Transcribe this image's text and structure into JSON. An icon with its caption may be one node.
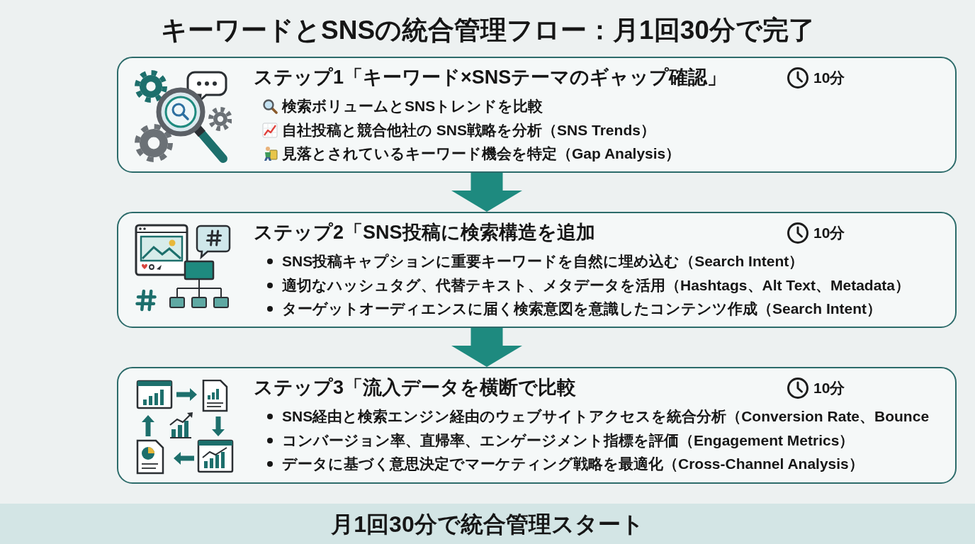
{
  "diagram": {
    "title": "キーワードとSNSの統合管理フロー：月1回30分で完了",
    "nodes": [
      {
        "text": [
          "ステップ1「キーワード×SNSテーマのギャップ確認」",
          "10分",
          "検索ボリュームとSNSトレンドを比較",
          "自社投稿と競合他社の SNS戦略を分析（SNS Trends）",
          "見落とされているキーワード機会を特定（Gap Analysis）"
        ]
      },
      {
        "text": [
          "ステップ2「SNS投稿に検索構造を追加",
          "10分",
          "SNS投稿キャプションに重要キーワードを自然に埋め込む（Search Intent）",
          "適切なハッシュタグ、代替テキスト、メタデータを活用（Hashtags、Alt Text、Metadata）",
          "ターゲットオーディエンスに届く検索意図を意識したコンテンツ作成（Search Intent）"
        ]
      },
      {
        "text": [
          "ステップ3「流入データを横断で比較",
          "10分",
          "SNS経由と検索エンジン経由のウェブサイトアクセスを統合分析（Conversion Rate、Bounce",
          "コンバージョン率、直帰率、エンゲージメント指標を評価（Engagement Metrics）",
          "データに基づく意思決定でマーケティング戦略を最適化（Cross-Channel Analysis）"
        ]
      },
      {
        "text": [
          "月1回30分で統合管理スタート"
        ]
      }
    ],
    "edges": [
      {
        "from": 0,
        "to": 1,
        "arrow": "to"
      },
      {
        "from": 1,
        "to": 2,
        "arrow": "to"
      }
    ]
  }
}
